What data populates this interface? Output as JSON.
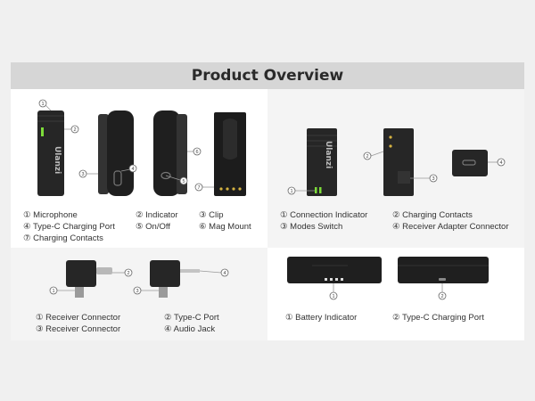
{
  "title": "Product Overview",
  "brand": "Ulanzi",
  "panels": {
    "transmitter": {
      "labels": [
        "① Microphone",
        "④ Type-C Charging Port",
        "⑦ Charging Contacts",
        "② Indicator",
        "⑤ On/Off",
        "③ Clip",
        "⑥ Mag Mount"
      ],
      "numbers": [
        "1",
        "2",
        "3",
        "4",
        "5",
        "6",
        "7"
      ]
    },
    "receiver": {
      "labels": [
        "① Connection Indicator",
        "③ Modes Switch",
        "② Charging Contacts",
        "④ Receiver Adapter Connector"
      ],
      "numbers": [
        "1",
        "2",
        "3",
        "4"
      ]
    },
    "adapter": {
      "labels": [
        "① Receiver Connector",
        "③ Receiver Connector",
        "② Type-C Port",
        "④ Audio Jack"
      ],
      "numbers": [
        "1",
        "2",
        "3",
        "4"
      ]
    },
    "case": {
      "labels": [
        "① Battery Indicator",
        "② Type-C Charging Port"
      ],
      "numbers": [
        "1",
        "2"
      ]
    }
  },
  "colors": {
    "device": "#1f1f1f",
    "indicator_green": "#7ddc3a",
    "contact_gold": "#d6b341",
    "title_bg": "#d6d6d6"
  }
}
